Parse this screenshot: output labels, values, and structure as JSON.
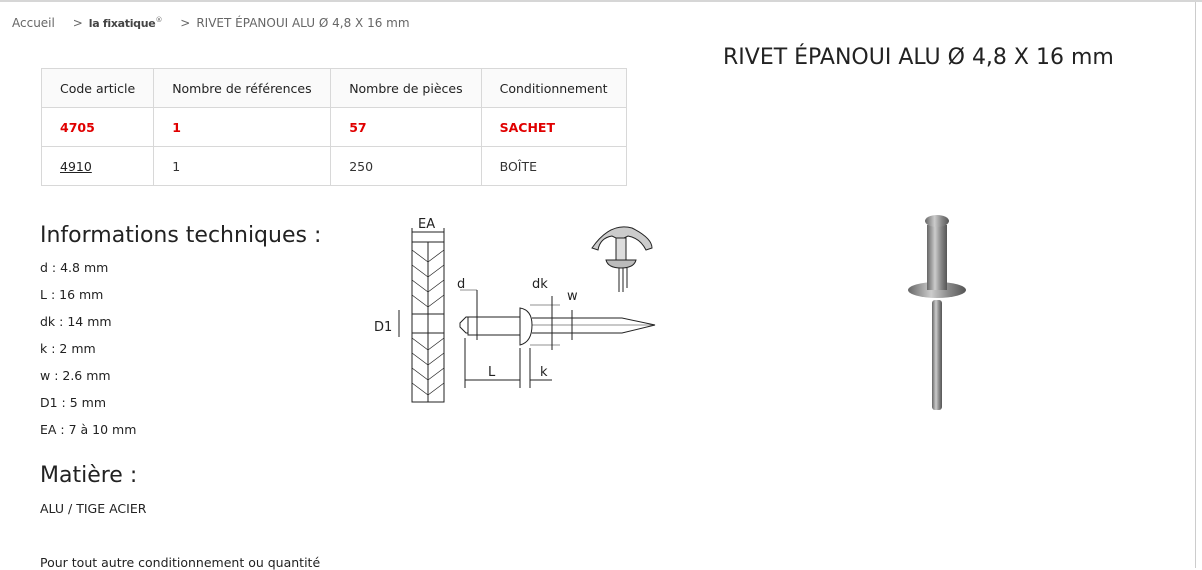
{
  "breadcrumb": {
    "home": "Accueil",
    "brand": "la fixatique",
    "brand_mark": "®",
    "current": "RIVET ÉPANOUI ALU Ø 4,8 X 16 mm",
    "separator": ">"
  },
  "product_title": "RIVET ÉPANOUI ALU Ø 4,8 X 16 mm",
  "table": {
    "headers": [
      "Code article",
      "Nombre de références",
      "Nombre de pièces",
      "Conditionnement"
    ],
    "rows": [
      {
        "code": "4705",
        "refs": "1",
        "pieces": "57",
        "pack": "SACHET",
        "selected": true
      },
      {
        "code": "4910",
        "refs": "1",
        "pieces": "250",
        "pack": "BOÎTE",
        "selected": false
      }
    ]
  },
  "tech": {
    "title": "Informations techniques :",
    "items": [
      "d : 4.8 mm",
      "L : 16 mm",
      "dk : 14 mm",
      "k : 2 mm",
      "w : 2.6 mm",
      "D1 : 5 mm",
      "EA : 7 à 10 mm"
    ]
  },
  "material": {
    "title": "Matière :",
    "value": "ALU / TIGE ACIER"
  },
  "footer_text": "Pour tout autre conditionnement ou quantité",
  "diagram_labels": {
    "ea": "EA",
    "d1": "D1",
    "d": "d",
    "dk": "dk",
    "w": "w",
    "l": "L",
    "k": "k"
  },
  "colors": {
    "accent": "#e00000"
  }
}
